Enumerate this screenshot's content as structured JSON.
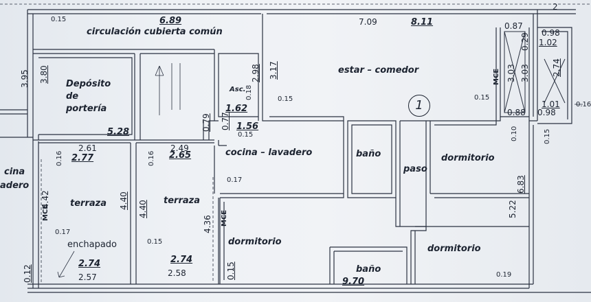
{
  "rooms": {
    "circulacion": "circulación cubierta común",
    "estar": "estar – comedor",
    "deposito": "Depósito de portería",
    "asc": "Asc.",
    "cocina": "cocina – lavadero",
    "bano1": "baño",
    "paso": "paso",
    "dormitorio1": "dormitorio",
    "terraza1": "terraza",
    "terraza2": "terraza",
    "enchapado": "enchapado",
    "dormitorio2": "dormitorio",
    "bano2": "baño",
    "dormitorio3": "dormitorio",
    "cocina_left": "cina",
    "lavadero_left": "adero"
  },
  "unit_number": "1",
  "mce_labels": [
    "MCE",
    "MCE",
    "MCE"
  ],
  "dims": {
    "d_015_top": "0.15",
    "d_689": "6.89",
    "d_709": "7.09",
    "d_811": "8.11",
    "d_087": "0.87",
    "d_029": "0.29",
    "d_098a": "0.98",
    "d_102": "1.02",
    "d_2_top": "2",
    "d_395": "3.95",
    "d_380": "3.80",
    "d_298": "2.98",
    "d_317": "3.17",
    "d_018": "0.18",
    "d_015_asc": "0.15",
    "d_162": "1.62",
    "d_303a": "3.03",
    "d_303b": "3.03",
    "d_274_right": "2.74",
    "d_015_right": "0.15",
    "d_101": "1.01",
    "d_098b": "0.98",
    "d_016_right": "0.16",
    "d_088": "0.88",
    "d_528": "5.28",
    "d_079": "0.79",
    "d_077": "0.77",
    "d_156": "1.56",
    "d_015_kit": "0.15",
    "d_010": "0.10",
    "d_015_rw": "0.15",
    "d_261": "2.61",
    "d_016_t1": "0.16",
    "d_277": "2.77",
    "d_249": "2.49",
    "d_016_t2": "0.16",
    "d_265": "2.65",
    "d_017": "0.17",
    "d_683": "6.83",
    "d_442": "4.42",
    "d_017_b": "0.17",
    "d_440a": "4.40",
    "d_440b": "4.40",
    "d_436": "4.36",
    "d_522": "5.22",
    "d_015_t2": "0.15",
    "d_274a": "2.74",
    "d_257": "2.57",
    "d_274b": "2.74",
    "d_258": "2.58",
    "d_012": "0.12",
    "d_015_bot": "0.15",
    "d_970": "9.70",
    "d_019": "0.19"
  },
  "colors": {
    "ink": "#1c2330",
    "paper": "#eef1f5",
    "wall": "#2a3140"
  }
}
